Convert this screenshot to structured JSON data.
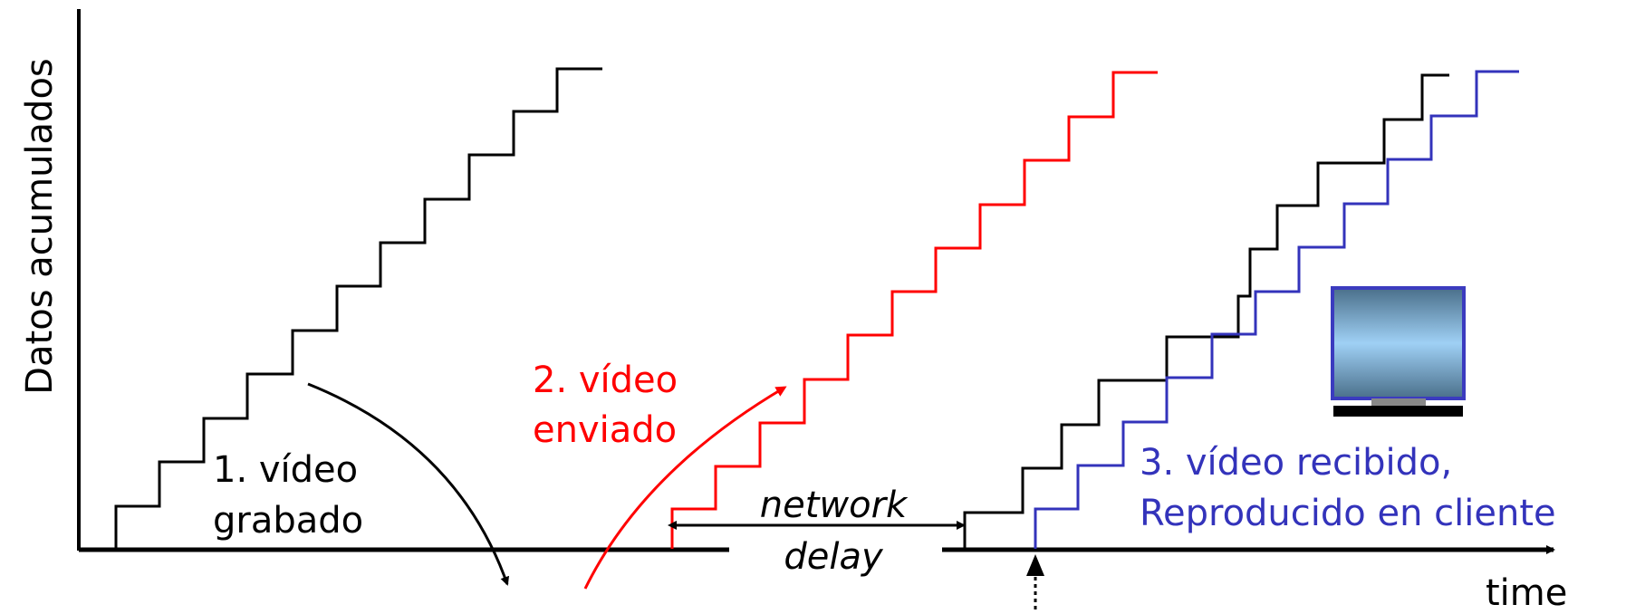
{
  "axis": {
    "ylabel": "Datos acumulados",
    "xlabel": "time"
  },
  "labels": {
    "recorded_line1": "1.  vídeo",
    "recorded_line2": "grabado",
    "sent_line1": "2. vídeo",
    "sent_line2": "enviado",
    "received_line1": "3. vídeo recibido,",
    "received_line2": "Reproducido en cliente",
    "delay_line1": "network",
    "delay_line2": "delay"
  },
  "colors": {
    "recorded": "#000000",
    "sent": "#ff0000",
    "received": "#3333bb",
    "monitor_frame": "#3b3bbf"
  },
  "icons": {
    "monitor": "monitor-icon"
  }
}
